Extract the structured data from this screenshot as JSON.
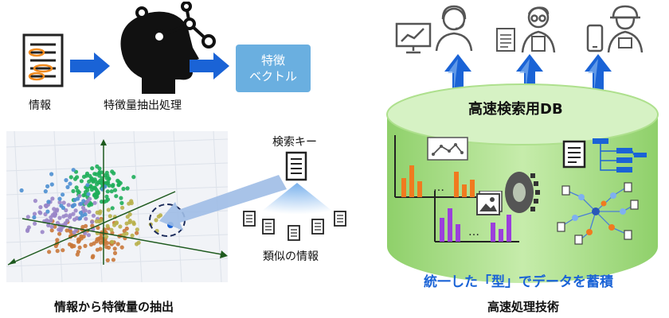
{
  "left": {
    "info_label": "情報",
    "process_label": "特徴量抽出処理",
    "feature_box_lines": [
      "特徴",
      "ベクトル"
    ],
    "search_key_label": "検索キー",
    "similar_info_label": "類似の情報",
    "caption": "情報から特徴量の抽出"
  },
  "right": {
    "db_title": "高速検索用DB",
    "slogan": "統一した「型」でデータを蓄積",
    "caption": "高速処理技術"
  },
  "colors": {
    "arrow_blue": "#1a63d6",
    "feature_box": "#6aafe0",
    "db_green": "#aee08d",
    "bar_orange": "#f07a1f",
    "bar_purple": "#9b3fdc",
    "slogan_blue": "#1a63d6"
  },
  "icons": [
    "document-icon",
    "brain-network-icon",
    "monitor-chart-icon",
    "person-icon",
    "gear-icon",
    "image-icon",
    "org-chart-icon",
    "network-graph-icon"
  ]
}
